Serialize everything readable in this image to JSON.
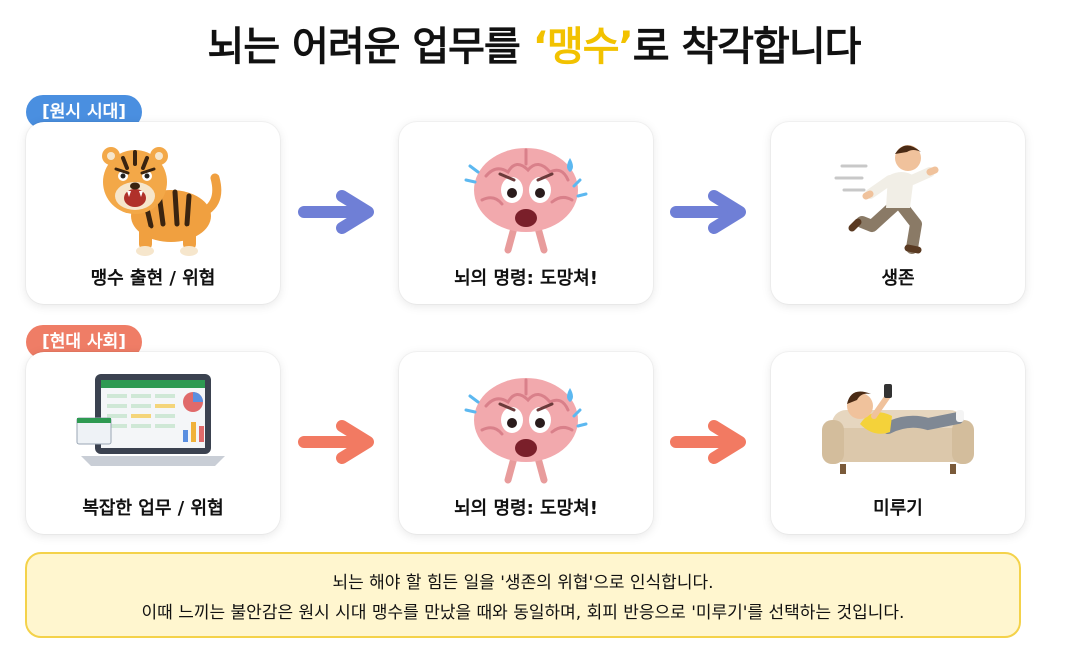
{
  "title": {
    "before": "뇌는 어려운 업무를 ",
    "highlight": "‘맹수’",
    "after": "로 착각합니다"
  },
  "rows": [
    {
      "tag": "[원시 시대]",
      "cards": [
        {
          "caption": "맹수 출현 / 위협"
        },
        {
          "caption": "뇌의 명령: 도망쳐!"
        },
        {
          "caption": "생존"
        }
      ]
    },
    {
      "tag": "[현대 사회]",
      "cards": [
        {
          "caption": "복잡한 업무 / 위협"
        },
        {
          "caption": "뇌의 명령: 도망쳐!"
        },
        {
          "caption": "미루기"
        }
      ]
    }
  ],
  "note": {
    "line1": "뇌는 해야 할 힘든 일을 '생존의 위협'으로 인식합니다.",
    "line2": "이때 느끼는 불안감은 원시 시대 맹수를 만났을 때와 동일하며, 회피 반응으로 '미루기'를 선택하는 것입니다."
  },
  "colors": {
    "highlight": "#f2c200",
    "tag_ancient": "#4a8fe0",
    "tag_modern": "#ef7d66",
    "arrow_ancient": "#6f7fd6",
    "arrow_modern": "#f27a62",
    "note_bg": "#fff6cf",
    "note_border": "#f4d24a"
  },
  "icons": [
    "tiger-icon",
    "scared-brain-icon",
    "running-man-icon",
    "laptop-spreadsheet-icon",
    "scared-brain-icon",
    "man-on-sofa-icon",
    "right-arrow-icon"
  ]
}
